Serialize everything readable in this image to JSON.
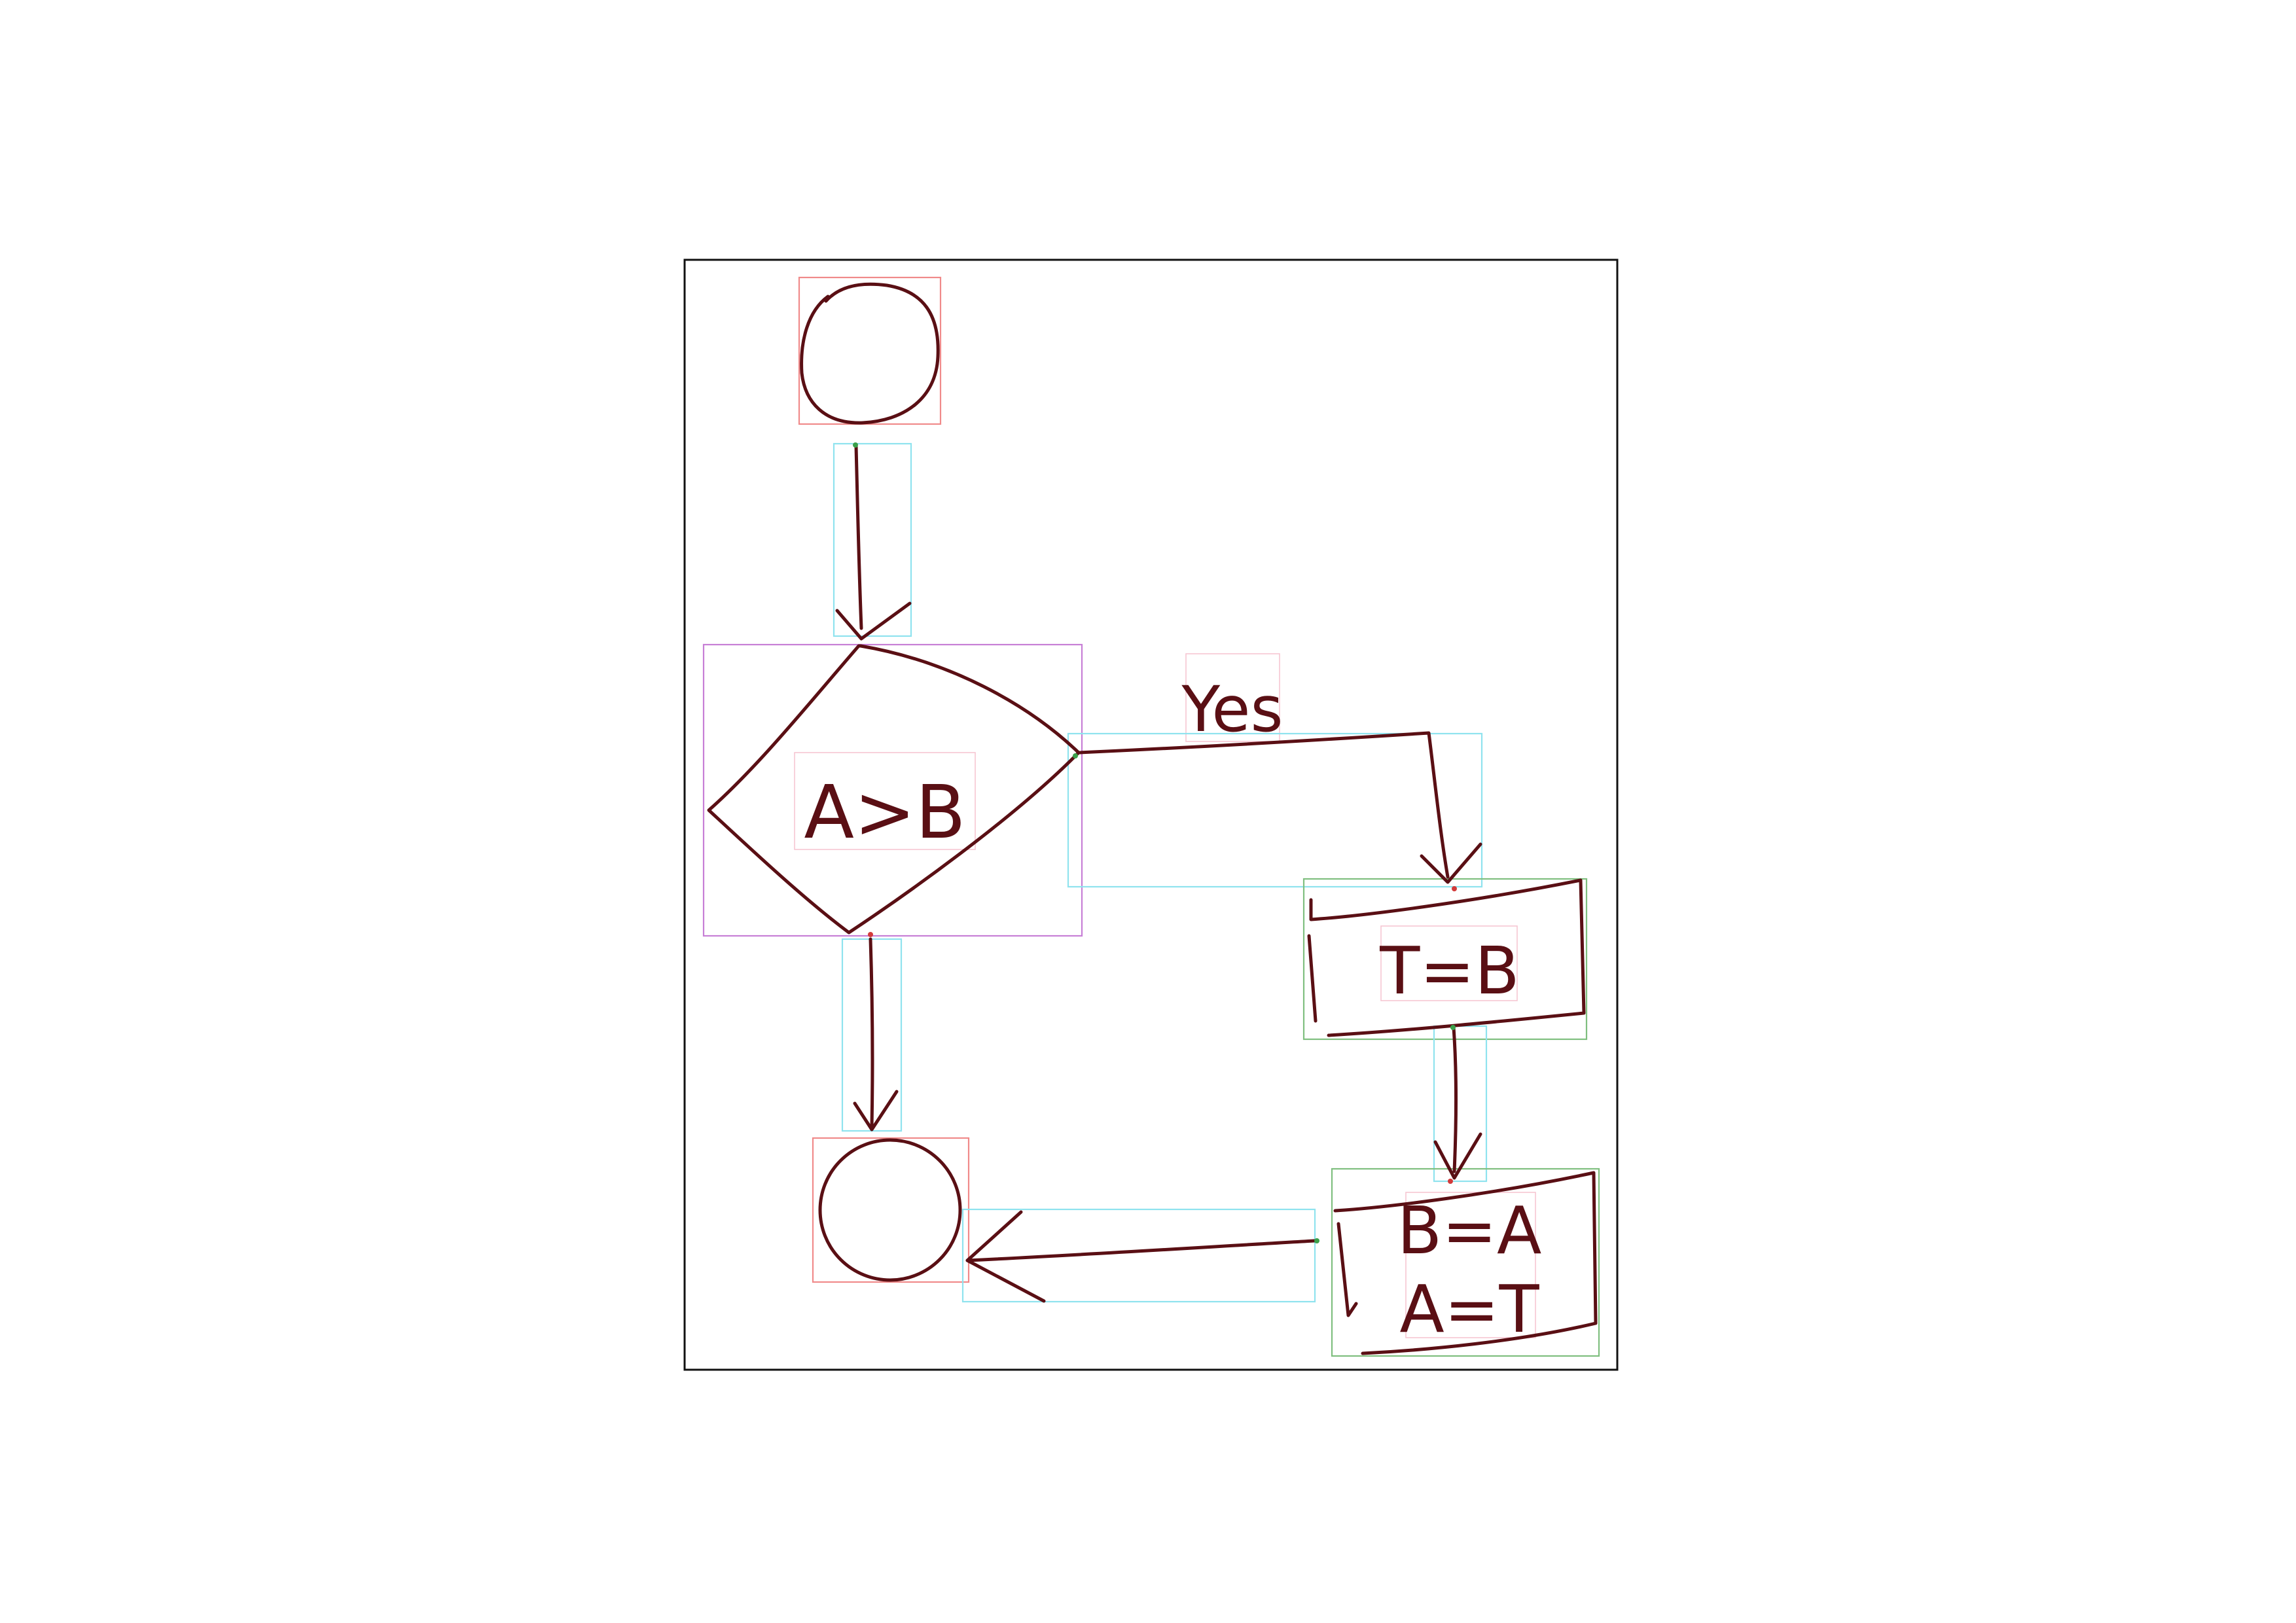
{
  "diagram": {
    "labels": {
      "decision": "A>B",
      "branch_yes": "Yes",
      "process_swap_1": "T=B",
      "process_swap_2_line1": "B=A",
      "process_swap_2_line2": "A=T"
    }
  },
  "colors": {
    "ink": "#5a0f14",
    "frame": "#111111",
    "bbox_node": "#f08a8a",
    "bbox_decision": "#c77fd6",
    "bbox_process": "#7fbf7f",
    "bbox_arrow": "#8fe3ee",
    "bbox_text": "#f6c6d2"
  }
}
